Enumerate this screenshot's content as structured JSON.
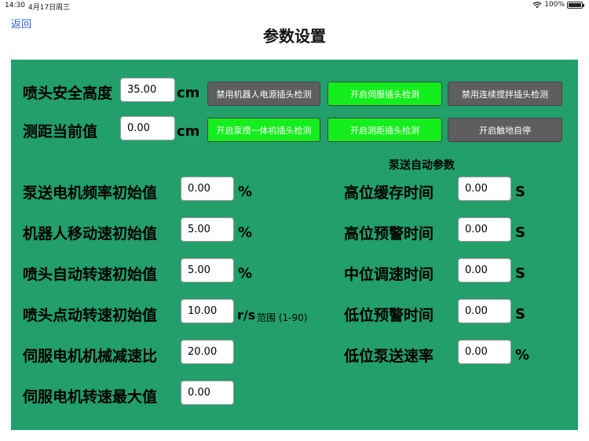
{
  "status": {
    "time": "14:30",
    "date": "4月17日周三",
    "battery": "100%",
    "battery_level": 1.0
  },
  "nav": {
    "back_label": "返回",
    "title": "参数设置"
  },
  "top": {
    "nozzle_height": {
      "label": "喷头安全高度",
      "value": "35.00",
      "unit": "cm"
    },
    "range_current": {
      "label": "测距当前值",
      "value": "0.00",
      "unit": "cm"
    }
  },
  "buttons": {
    "robot_power": "禁用机器人电源插头检测",
    "servo_plug": "开启伺服插头检测",
    "continuous_mix": "禁用连续搅拌插头检测",
    "pump_mix": "开启泵搅一体机插头检测",
    "range_plug": "开启测距插头检测",
    "ground_stop": "开启触地自停"
  },
  "left_params": [
    {
      "label": "泵送电机频率初始值",
      "value": "0.00",
      "unit": "%"
    },
    {
      "label": "机器人移动速初始值",
      "value": "5.00",
      "unit": "%"
    },
    {
      "label": "喷头自动转速初始值",
      "value": "5.00",
      "unit": "%"
    },
    {
      "label": "喷头点动转速初始值",
      "value": "10.00",
      "unit": "r/s",
      "note": "范围 (1-90)"
    },
    {
      "label": "伺服电机机械减速比",
      "value": "20.00"
    },
    {
      "label": "伺服电机转速最大值",
      "value": "0.00"
    }
  ],
  "pump_auto": {
    "title": "泵送自动参数",
    "params": [
      {
        "label": "高位缓存时间",
        "value": "0.00",
        "unit": "S"
      },
      {
        "label": "高位预警时间",
        "value": "0.00",
        "unit": "S"
      },
      {
        "label": "中位调速时间",
        "value": "0.00",
        "unit": "S"
      },
      {
        "label": "低位预警时间",
        "value": "0.00",
        "unit": "S"
      },
      {
        "label": "低位泵送速率",
        "value": "0.00",
        "unit": "%"
      }
    ]
  },
  "colors": {
    "panel": "#229f6a",
    "button_on": "#14ee1c",
    "button_off": "#5e5e5e",
    "link": "#2f62c8"
  }
}
